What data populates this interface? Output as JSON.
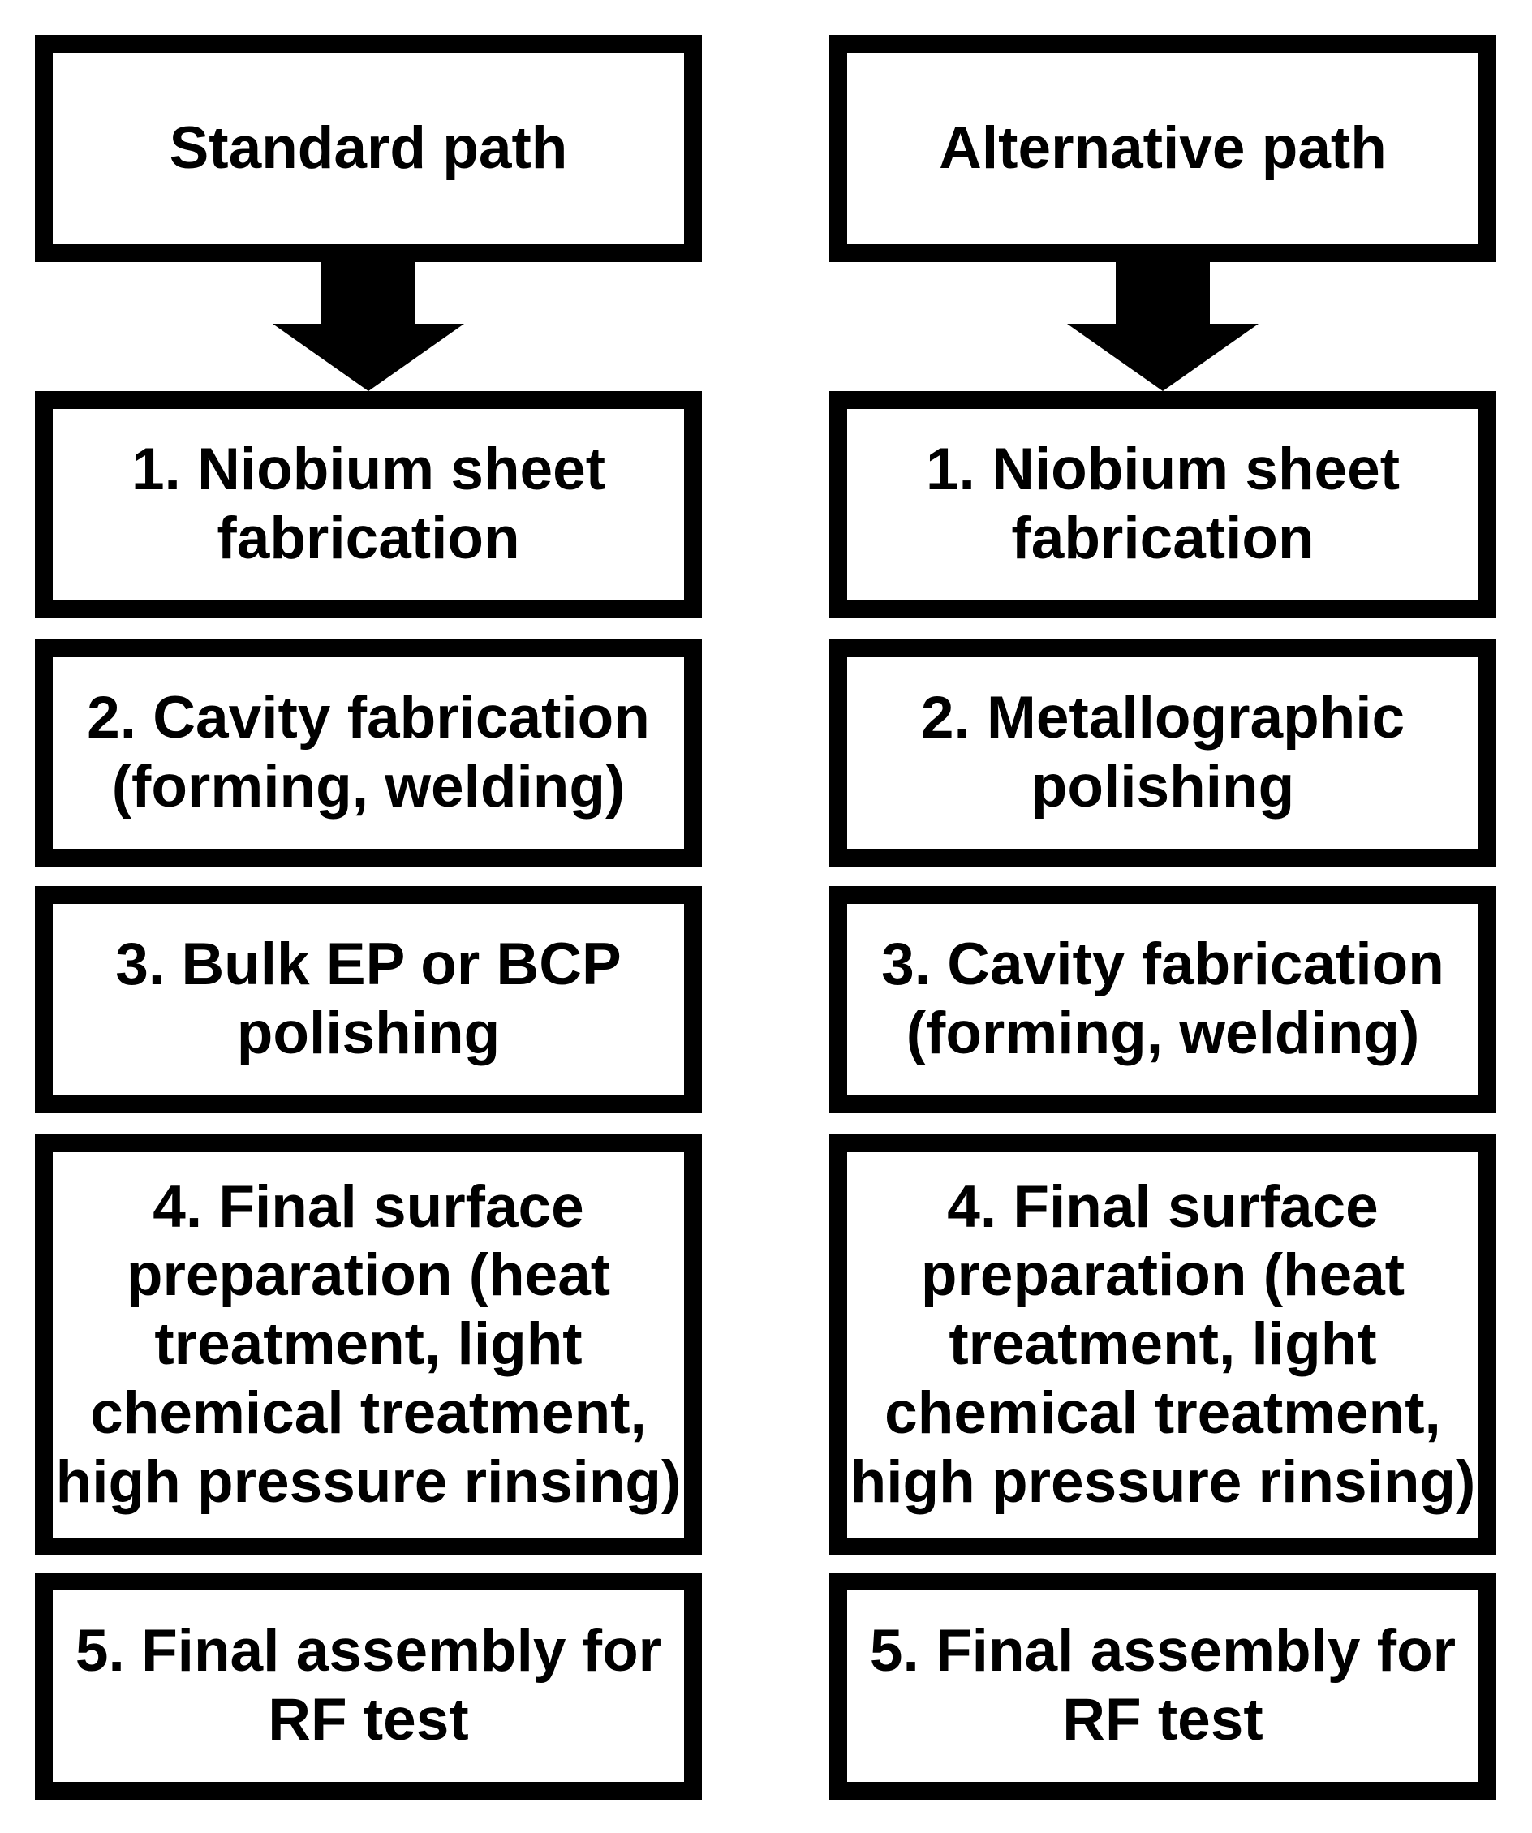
{
  "colors": {
    "border": "#000000",
    "fill": "#ffffff",
    "text": "#000000",
    "background": "#ffffff",
    "arrow": "#000000"
  },
  "arrow_icon": "down-arrow",
  "columns": [
    {
      "header": "Standard path",
      "steps": [
        "1. Niobium sheet\nfabrication",
        "2. Cavity fabrication\n(forming, welding)",
        "3. Bulk EP or BCP\npolishing",
        "4. Final surface\npreparation (heat\ntreatment, light\nchemical treatment,\nhigh pressure rinsing)",
        "5. Final assembly for\nRF test"
      ]
    },
    {
      "header": "Alternative path",
      "steps": [
        "1. Niobium sheet\nfabrication",
        "2. Metallographic\npolishing",
        "3. Cavity fabrication\n(forming, welding)",
        "4. Final surface\npreparation (heat\ntreatment, light\nchemical treatment,\nhigh pressure rinsing)",
        "5. Final assembly for\nRF test"
      ]
    }
  ]
}
